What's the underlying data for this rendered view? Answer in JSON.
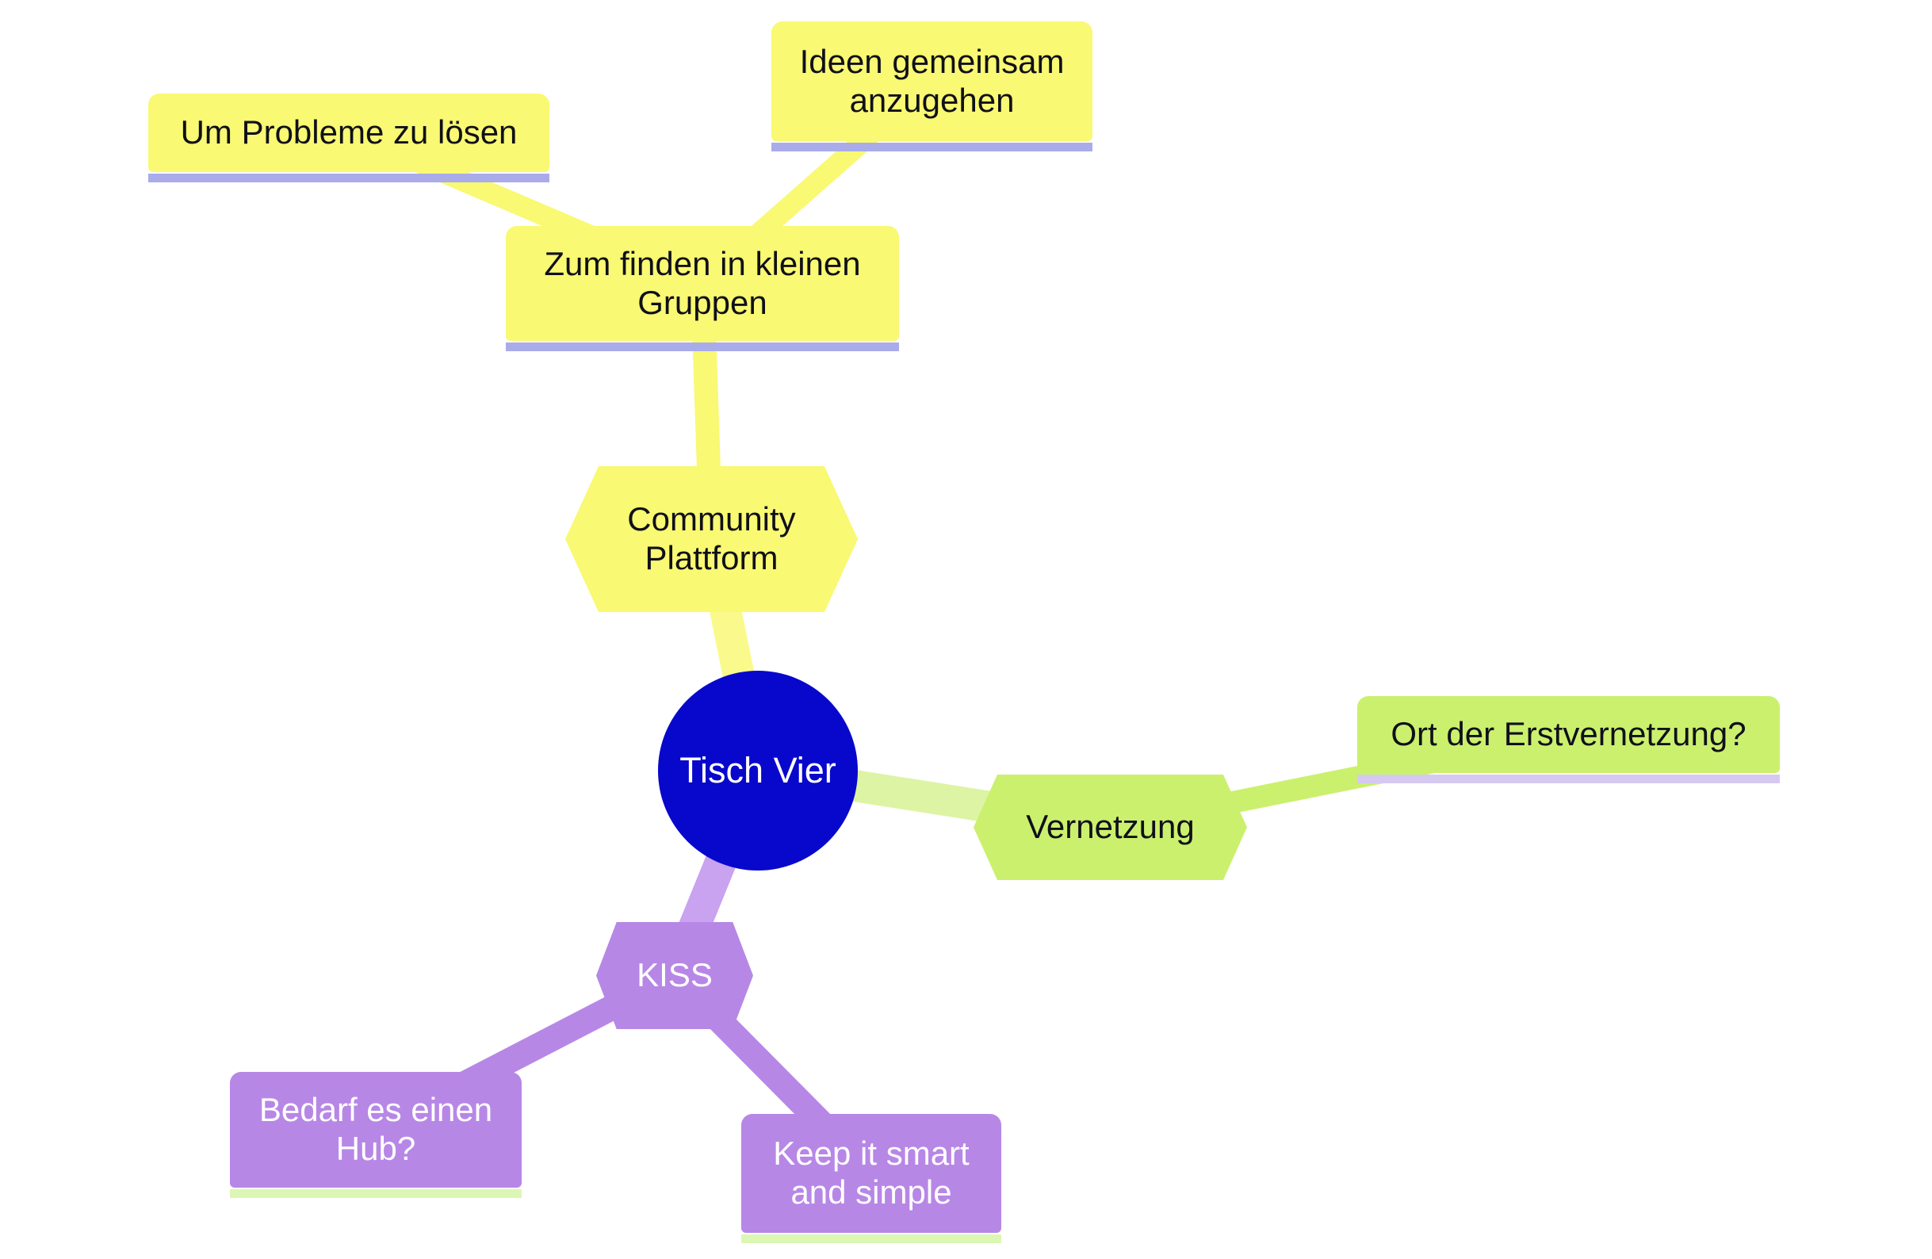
{
  "title": "Tisch Vier mind map",
  "colors": {
    "branch_yellow": "#F9F973",
    "branch_yellow_light": "#FAFA8C",
    "branch_green": "#CBF06E",
    "branch_green_light": "#DDF4A4",
    "branch_purple": "#B787E6",
    "branch_purple_light": "#C9A2F0",
    "center_blue": "#0808CC",
    "underline_periwinkle": "#A9ACE9",
    "underline_lilac": "#D6C9F1",
    "underline_palegreen": "#DCF6B4",
    "text_dark": "#101019",
    "text_light": "#FFFFFF",
    "background": "#FFFFFF"
  },
  "nodes": {
    "center": {
      "label": "Tisch Vier"
    },
    "community": {
      "label": "Community Plattform"
    },
    "zum": {
      "label": "Zum finden in kleinen Gruppen"
    },
    "um": {
      "label": "Um Probleme zu lösen"
    },
    "ideen": {
      "label": "Ideen gemeinsam anzugehen"
    },
    "vernetzung": {
      "label": "Vernetzung"
    },
    "ort": {
      "label": "Ort der Erstvernetzung?"
    },
    "kiss": {
      "label": "KISS"
    },
    "bedarf": {
      "label": "Bedarf es einen Hub?"
    },
    "keep": {
      "label": "Keep it smart and simple"
    }
  }
}
